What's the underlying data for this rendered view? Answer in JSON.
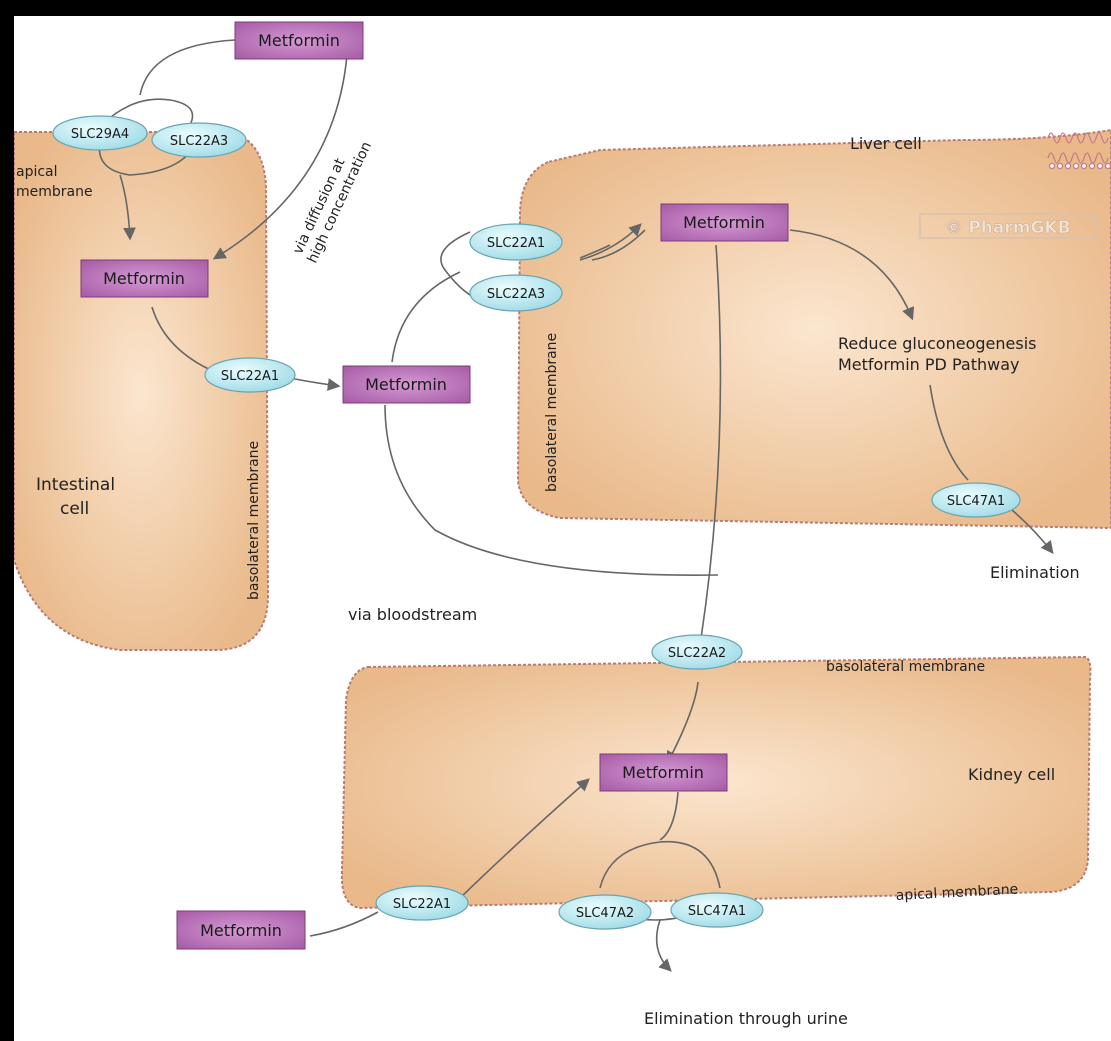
{
  "cells": {
    "intestinal": "Intestinal\ncell",
    "liver": "Liver cell",
    "kidney": "Kidney cell"
  },
  "membranes": {
    "intestinal_apical": "apical\nmembrane",
    "intestinal_basolateral": "basolateral membrane",
    "liver_basolateral": "basolateral membrane",
    "kidney_basolateral": "basolateral membrane",
    "kidney_apical": "apical membrane"
  },
  "drug": "Metformin",
  "transporters": {
    "int_apical_1": "SLC29A4",
    "int_apical_2": "SLC22A3",
    "int_basolateral": "SLC22A1",
    "liver_upper": "SLC22A1",
    "liver_lower": "SLC22A3",
    "liver_efflux": "SLC47A1",
    "kidney_uptake": "SLC22A2",
    "kidney_lower": "SLC22A1",
    "kidney_apical_1": "SLC47A2",
    "kidney_apical_2": "SLC47A1"
  },
  "annotations": {
    "diffusion": "via diffusion at\nhigh concentration",
    "bloodstream": "via bloodstream",
    "effect": "Reduce gluconeogenesis\nMetformin PD Pathway",
    "liver_elimination": "Elimination",
    "urine_elimination": "Elimination through urine"
  },
  "watermark": "© PharmGKB",
  "colors": {
    "cell_fill": "#efc79f",
    "cell_border": "#b97b73",
    "drug_fill": "#b86fb6",
    "transporter_fill": "#bfeff6",
    "transporter_border": "#6aa3b0"
  }
}
